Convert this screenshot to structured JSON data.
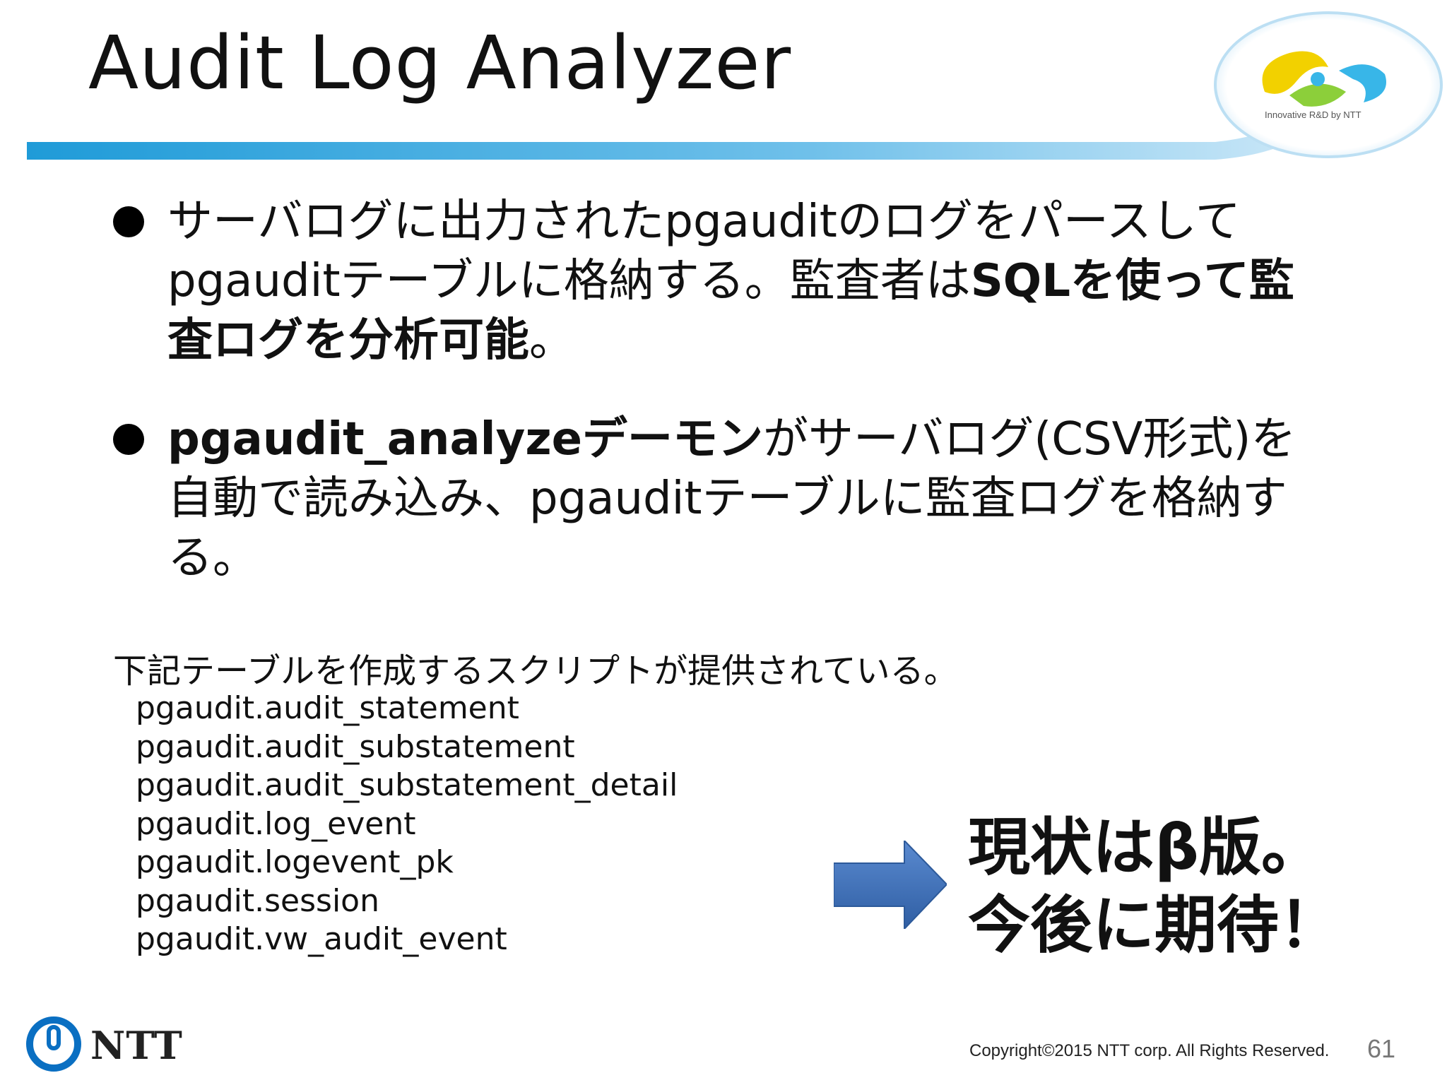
{
  "slide": {
    "title": "Audit Log Analyzer",
    "logo_caption": "Innovative R&D by NTT",
    "page_number": "61"
  },
  "bullets": [
    {
      "line1": "サーバログに出力されたpgauditのログをパースして",
      "line2_plain": "pgauditテーブルに格納する。監査者は",
      "line2_bold": "SQLを使って監",
      "line3_bold": "査ログを分析可能",
      "line3_end": "。"
    },
    {
      "line1_bold": "pgaudit_analyzeデーモン",
      "line1_plain": "がサーバログ(CSV形式)を",
      "line2": "自動で読み込み、pgauditテーブルに監査ログを格納す",
      "line3": "る。"
    }
  ],
  "scripts": {
    "intro": "下記テーブルを作成するスクリプトが提供されている。",
    "tables": [
      "pgaudit.audit_statement",
      "pgaudit.audit_substatement",
      "pgaudit.audit_substatement_detail",
      "pgaudit.log_event",
      "pgaudit.logevent_pk",
      "pgaudit.session",
      "pgaudit.vw_audit_event"
    ]
  },
  "callout": {
    "line1": "現状はβ版。",
    "line2": "今後に期待！"
  },
  "footer": {
    "brand": "NTT",
    "copyright": "Copyright©2015  NTT corp. All Rights Reserved."
  },
  "colors": {
    "header_band": "#29a3dc",
    "arrow": "#3f6fb5",
    "ntt_blue": "#0a6fc2"
  }
}
